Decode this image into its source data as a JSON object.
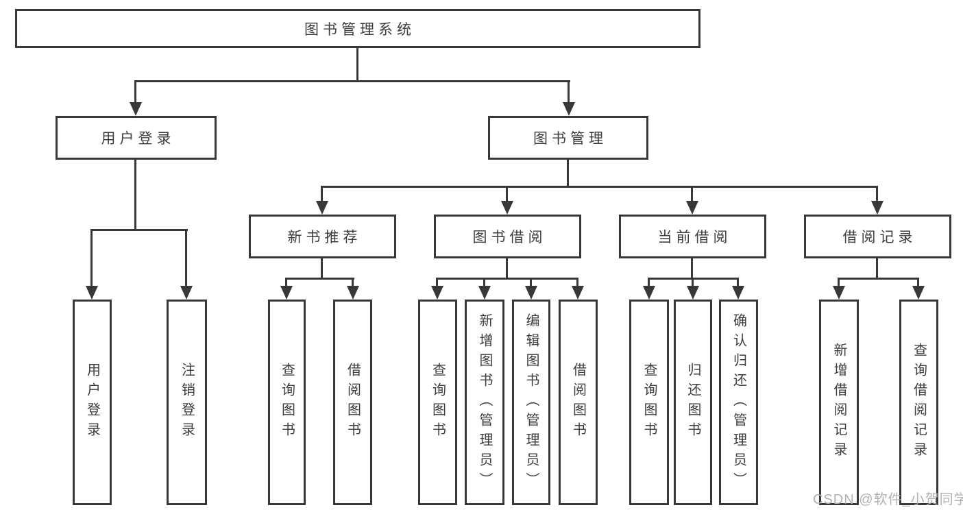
{
  "diagram": {
    "root": {
      "label": "图书管理系统"
    },
    "level2": [
      {
        "label": "用户登录"
      },
      {
        "label": "图书管理"
      }
    ],
    "level3": [
      {
        "label": "新书推荐"
      },
      {
        "label": "图书借阅"
      },
      {
        "label": "当前借阅"
      },
      {
        "label": "借阅记录"
      }
    ],
    "leaves": {
      "user_login": [
        "用户登录",
        "注销登录"
      ],
      "new_book_recommend": [
        "查询图书",
        "借阅图书"
      ],
      "book_borrow": [
        "查询图书",
        "新增图书（管理员）",
        "编辑图书（管理员）",
        "借阅图书"
      ],
      "current_borrow": [
        "查询图书",
        "归还图书",
        "确认归还（管理员）"
      ],
      "borrow_record": [
        "新增借阅记录",
        "查询借阅记录"
      ]
    },
    "watermark": "CSDN @软件_小贺同学",
    "colors": {
      "line": "#383838",
      "text": "#3d3d3d",
      "watermark": "#b2b2b2",
      "background": "#ffffff"
    }
  }
}
